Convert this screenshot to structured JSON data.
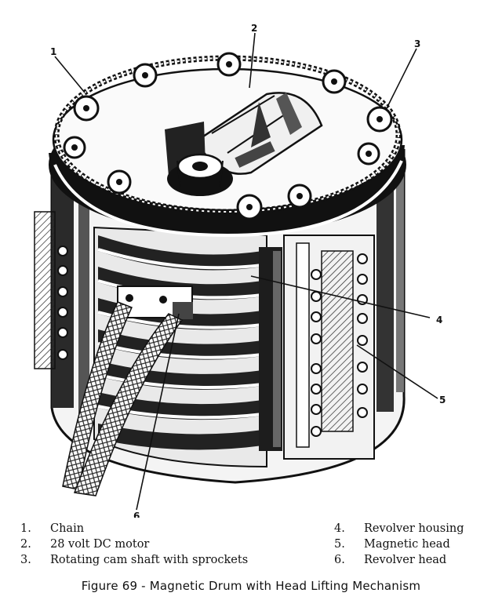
{
  "figure": {
    "caption": "Figure 69 - Magnetic Drum with Head Lifting Mechanism",
    "callouts": [
      "1",
      "2",
      "3",
      "4",
      "5",
      "6"
    ],
    "legend_left": [
      {
        "num": "1.",
        "label": "Chain"
      },
      {
        "num": "2.",
        "label": "28 volt DC motor"
      },
      {
        "num": "3.",
        "label": "Rotating cam shaft with sprockets"
      }
    ],
    "legend_right": [
      {
        "num": "4.",
        "label": "Revolver housing"
      },
      {
        "num": "5.",
        "label": "Magnetic head"
      },
      {
        "num": "6.",
        "label": "Revolver head"
      }
    ]
  }
}
